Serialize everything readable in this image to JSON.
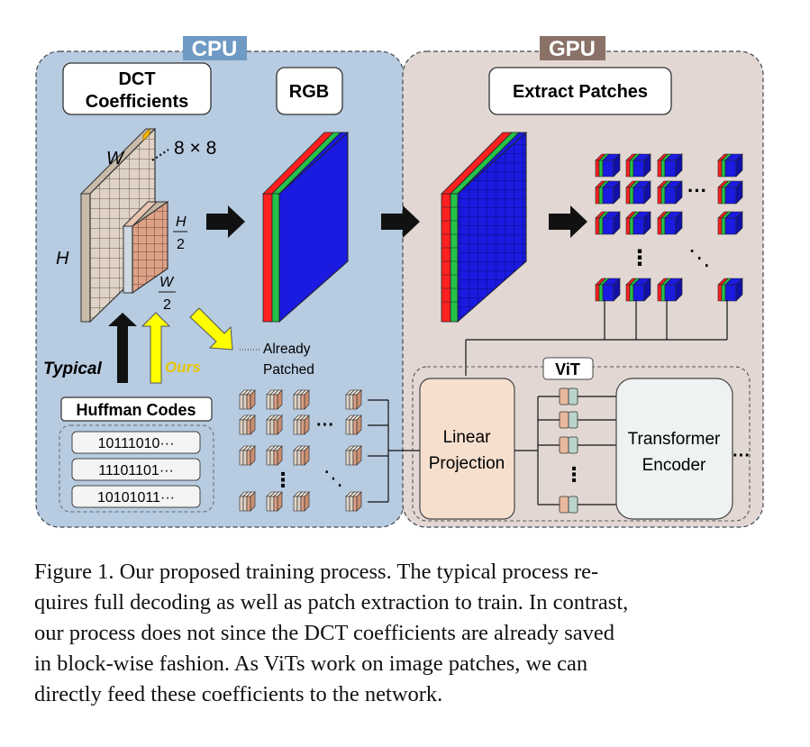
{
  "cpu": {
    "label": "CPU",
    "dct_title": [
      "DCT",
      "Coefficients"
    ],
    "rgb_title": "RGB",
    "dim_w": "W",
    "dim_h": "H",
    "block_label": "8 × 8",
    "half_h": [
      "H",
      "2"
    ],
    "half_w": [
      "W",
      "2"
    ],
    "typical": "Typical",
    "ours": "Ours",
    "already_patched": [
      "Already",
      "Patched"
    ],
    "huffman_title": "Huffman Codes",
    "huffman_codes": [
      "10111010···",
      "11101101···",
      "10101011···"
    ],
    "ellipsis_row": "···",
    "ellipsis_col": "⋮",
    "ellipsis_diag": "⋱"
  },
  "gpu": {
    "label": "GPU",
    "extract_title": "Extract Patches",
    "ellipsis_row": "···",
    "ellipsis_col": "⋮",
    "ellipsis_diag": "⋱",
    "vit_label": "ViT",
    "linear": [
      "Linear",
      "Projection"
    ],
    "transformer": [
      "Transformer",
      "Encoder"
    ],
    "tokens_ellipsis": "⋮",
    "encoder_ellipsis": "···"
  },
  "colors": {
    "cpu_bg": "#b7cbe1",
    "gpu_bg": "#e2d7d3",
    "cpu_tag": "#6e9ac3",
    "gpu_tag": "#8b7268",
    "cube_red": "#ff2020",
    "cube_green": "#24c24a",
    "cube_blue": "#1a1ae0",
    "dct_fill": "#dfd3c5",
    "coef_fill": "#dca186",
    "ours_arrow": "#ffff00",
    "linear_fill": "#f6dfcd",
    "encoder_fill": "#eef2f0",
    "token_tan": "#e8b99c",
    "token_teal": "#b9d4cb"
  },
  "caption": [
    "Figure 1.  Our proposed training process.  The typical process re-",
    "quires full decoding as well as patch extraction to train. In contrast,",
    "our process does not since the DCT coefficients are already saved",
    "in block-wise fashion.  As ViTs work on image patches, we can",
    "directly feed these coefficients to the network."
  ]
}
